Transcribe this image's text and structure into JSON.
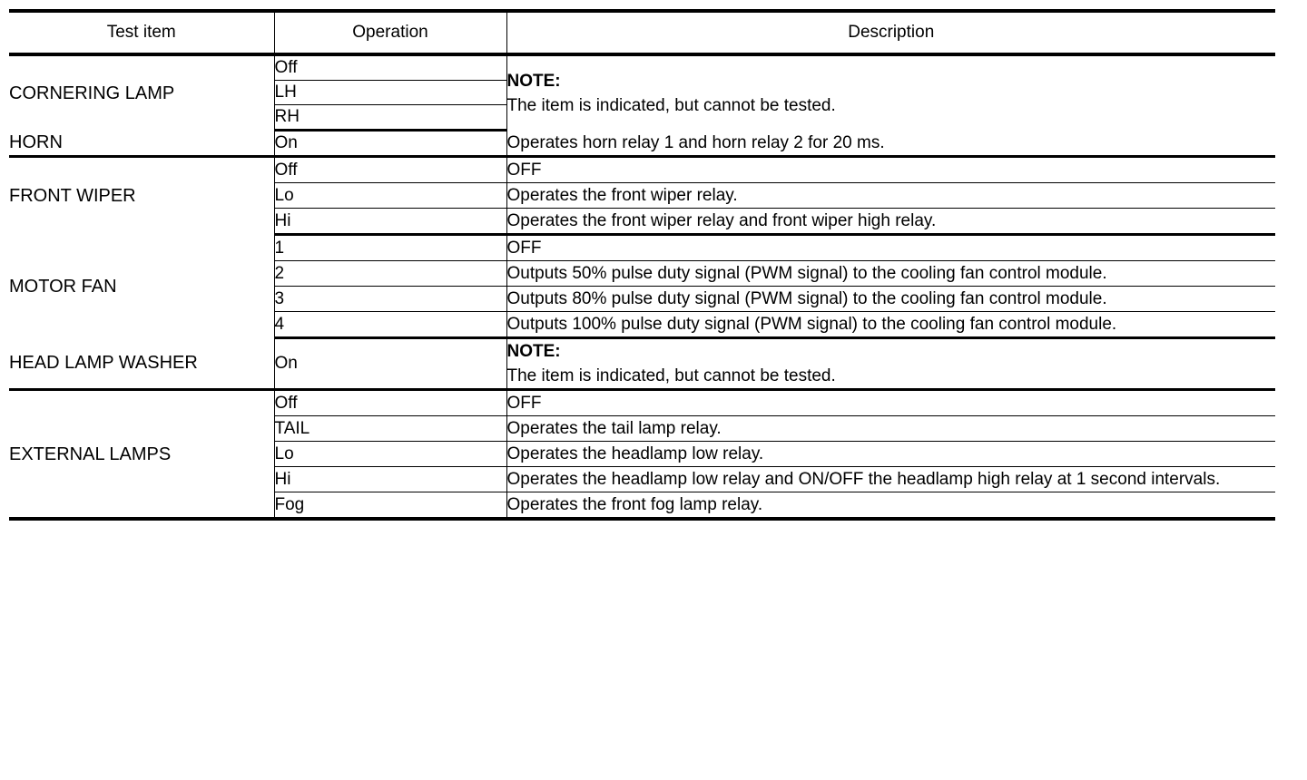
{
  "table": {
    "columns": [
      "Test item",
      "Operation",
      "Description"
    ],
    "note_label": "NOTE:",
    "note_text": "The item is indicated, but cannot be tested.",
    "groups": [
      {
        "item": "CORNERING LAMP",
        "operations": [
          "Off",
          "LH",
          "RH"
        ],
        "shared_description": {
          "label": "NOTE:",
          "text": "The item is indicated, but cannot be tested."
        }
      },
      {
        "item": "HORN",
        "rows": [
          {
            "operation": "On",
            "description": "Operates horn relay 1 and horn relay 2 for 20 ms."
          }
        ]
      },
      {
        "item": "FRONT WIPER",
        "rows": [
          {
            "operation": "Off",
            "description": "OFF"
          },
          {
            "operation": "Lo",
            "description": "Operates the front wiper relay."
          },
          {
            "operation": "Hi",
            "description": "Operates the front wiper relay and front wiper high relay."
          }
        ]
      },
      {
        "item": "MOTOR FAN",
        "rows": [
          {
            "operation": "1",
            "description": "OFF"
          },
          {
            "operation": "2",
            "description": "Outputs 50% pulse duty signal (PWM signal) to the cooling fan control module."
          },
          {
            "operation": "3",
            "description": "Outputs 80% pulse duty signal (PWM signal) to the cooling fan control module."
          },
          {
            "operation": "4",
            "description": "Outputs 100% pulse duty signal (PWM signal) to the cooling fan control module."
          }
        ]
      },
      {
        "item": "HEAD LAMP WASHER",
        "operations": [
          "On"
        ],
        "shared_description": {
          "label": "NOTE:",
          "text": "The item is indicated, but cannot be tested."
        }
      },
      {
        "item": "EXTERNAL LAMPS",
        "rows": [
          {
            "operation": "Off",
            "description": "OFF"
          },
          {
            "operation": "TAIL",
            "description": "Operates the tail lamp relay."
          },
          {
            "operation": "Lo",
            "description": "Operates the headlamp low relay."
          },
          {
            "operation": "Hi",
            "description": "Operates the headlamp low relay and ON/OFF the headlamp high relay at 1 second intervals."
          },
          {
            "operation": "Fog",
            "description": "Operates the front fog lamp relay."
          }
        ]
      }
    ]
  }
}
